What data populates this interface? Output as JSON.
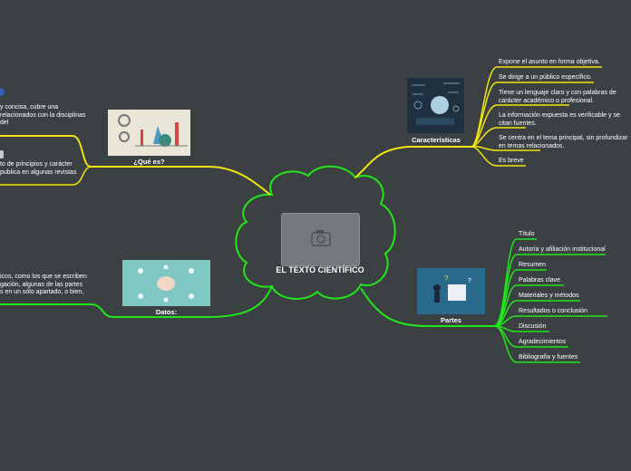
{
  "center": {
    "title": "EL TEXTO CIENTÍFICO",
    "image_icon": "camera-icon"
  },
  "colors": {
    "background": "#3b4043",
    "yellow": "#f2e40e",
    "green": "#22e61a",
    "center_outline": "#22e61a"
  },
  "caracteristicas": {
    "title": "Características",
    "items": [
      "Expone el asunto en forma objetiva.",
      "Se dirige a un público específico.",
      "Tiene un lenguaje claro y con palabras de carácter académico o profesional.",
      "La información expuesta es verificable y se citan fuentes.",
      "Se centra en el tema principal, sin profundizar en temas relacionados.",
      "Es breve"
    ]
  },
  "que_es": {
    "title": "¿Qué es?",
    "text1": "y concisa, cubre una relacionados con la disciplinas del",
    "text2": "to de principios y carácter publica en algunas revistas"
  },
  "partes": {
    "title": "Partes",
    "items": [
      "Título",
      "Autoría y afiliación institucional",
      "Resumen",
      "Palabras clave",
      "Materiales y métodos",
      "Resultados o conclusión",
      "Discusión",
      "Agradecimientos",
      "Bibliografía y fuentes"
    ]
  },
  "datos": {
    "title": "Datos:",
    "text": "icos, como los que se escriben gación, algunas de las partes s en un sólo apartado, o bien,"
  }
}
